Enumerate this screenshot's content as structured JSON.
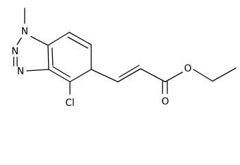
{
  "diagram": {
    "type": "chemical-structure",
    "atoms": {
      "n1": "N",
      "n2": "N",
      "n3": "N",
      "cl": "Cl",
      "o_ester": "O",
      "o_carbonyl": "O"
    },
    "colors": {
      "bond": "#000000",
      "label": "#000000",
      "background": "#ffffff"
    }
  }
}
